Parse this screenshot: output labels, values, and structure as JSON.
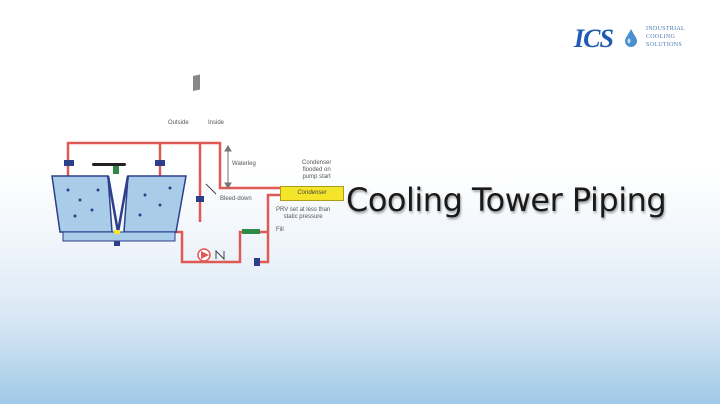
{
  "logo": {
    "abbr": "ICS",
    "line1": "INDUSTRIAL",
    "line2": "COOLING",
    "line3": "SOLUTIONS",
    "brand_color": "#1f5bb0"
  },
  "title": "Cooling Tower Piping",
  "diagram": {
    "labels": {
      "outside": "Outside",
      "inside": "Inside",
      "waterleg": "Waterleg",
      "bleed_down": "Bleed-down",
      "condenser_note_1": "Condenser",
      "condenser_note_2": "flooded on",
      "condenser_note_3": "pump start",
      "condenser": "Condenser",
      "prv_1": "PRV set at less than",
      "prv_2": "static pressure",
      "fill": "Fill"
    },
    "colors": {
      "pipe": "#e05a55",
      "tower_fill": "#a9cde8",
      "tower_frame": "#2d3f8a",
      "condenser": "#f5e52a",
      "valve": "#2f8a4a"
    }
  }
}
